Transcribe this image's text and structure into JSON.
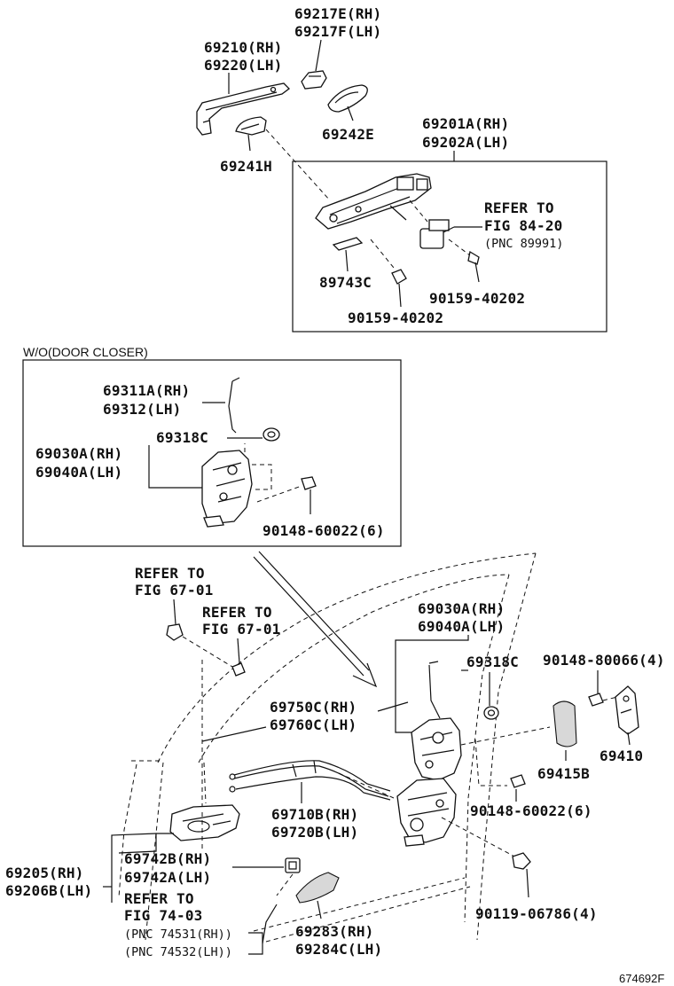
{
  "caption": "W/O(DOOR CLOSER)",
  "figure_id": "674692F",
  "labels": {
    "p69217e": "69217E(RH)",
    "p69217f": "69217F(LH)",
    "p69210": "69210(RH)",
    "p69220": "69220(LH)",
    "p69242e": "69242E",
    "p69241h": "69241H",
    "p69201a": "69201A(RH)",
    "p69202a": "69202A(LH)",
    "refer_to_1": "REFER TO",
    "fig_84_20": "FIG 84-20",
    "pnc_89991": "(PNC 89991)",
    "p89743c": "89743C",
    "p90159_a": "90159-40202",
    "p90159_b": "90159-40202",
    "p69311a": "69311A(RH)",
    "p69312": "69312(LH)",
    "p69318c_a": "69318C",
    "p69030a_a": "69030A(RH)",
    "p69040a_a": "69040A(LH)",
    "p90148_6002": "90148-60022(6)",
    "refer_to_2": "REFER TO",
    "fig_67_01_a": "FIG 67-01",
    "refer_to_3": "REFER TO",
    "fig_67_01_b": "FIG 67-01",
    "p69030a_b": "69030A(RH)",
    "p69040a_b": "69040A(LH)",
    "p69318c_b": "69318C",
    "p90148_8006": "90148-80066(4)",
    "p69750c": "69750C(RH)",
    "p69760c": "69760C(LH)",
    "p69415b": "69415B",
    "p69410": "69410",
    "p90148_6002_b": "90148-60022(6)",
    "p69710b": "69710B(RH)",
    "p69720b": "69720B(LH)",
    "p69205": "69205(RH)",
    "p69206b": "69206B(LH)",
    "p69742b": "69742B(RH)",
    "p69742a": "69742A(LH)",
    "refer_to_4": "REFER TO",
    "fig_74_03": "FIG 74-03",
    "pnc_74531": "(PNC 74531(RH))",
    "pnc_74532": "(PNC 74532(LH))",
    "p90119": "90119-06786(4)",
    "p69283": "69283(RH)",
    "p69284c": "69284C(LH)"
  }
}
